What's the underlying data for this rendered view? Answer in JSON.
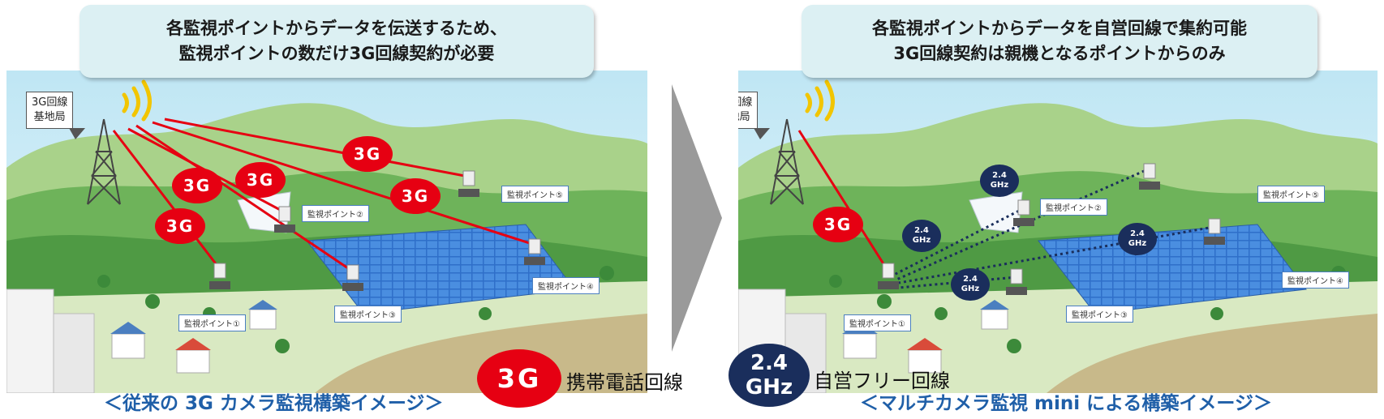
{
  "headers": {
    "left": {
      "line1": "各監視ポイントからデータを伝送するため、",
      "line2": "監視ポイントの数だけ3G回線契約が必要"
    },
    "right": {
      "line1": "各監視ポイントからデータを自営回線で集約可能",
      "line2": "3G回線契約は親機となるポイントからのみ"
    }
  },
  "base_station": {
    "line1": "3G回線",
    "line2": "基地局"
  },
  "left_points": {
    "p1": "監視ポイント①",
    "p2": "監視ポイント②",
    "p3": "監視ポイント③",
    "p4": "監視ポイント④",
    "p5": "監視ポイント⑤"
  },
  "right_points": {
    "p1": "監視ポイント①",
    "p2": "監視ポイント②",
    "p3": "監視ポイント③",
    "p4": "監視ポイント④",
    "p5": "監視ポイント⑤"
  },
  "badge_3g": "3G",
  "badge_24": {
    "line1": "2.4",
    "line2": "GHz"
  },
  "legend": {
    "g3_badge": "3G",
    "g3_text": "携帯電話回線",
    "ghz_line1": "2.4",
    "ghz_line2": "GHz",
    "ghz_text": "自営フリー回線"
  },
  "captions": {
    "left": "＜従来の 3G カメラ監視構築イメージ＞",
    "right": "＜マルチカメラ監視 mini による構築イメージ＞"
  },
  "colors": {
    "red_link": "#e60012",
    "navy_link": "#1a2e5c",
    "caption": "#1f5fa8",
    "header_bg": "#dcf0f3"
  }
}
